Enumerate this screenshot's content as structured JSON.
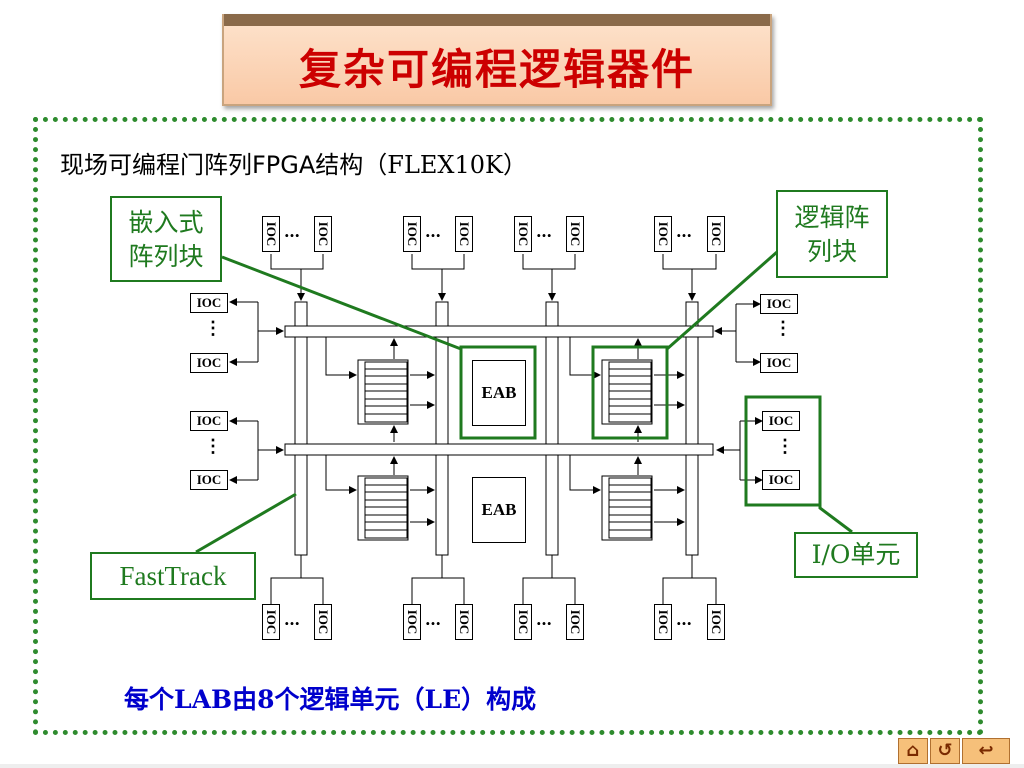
{
  "title": "复杂可编程逻辑器件",
  "subtitle_cn": "现场可编程门阵列",
  "subtitle_mid": "FPGA",
  "subtitle_tail": "结构（FLEX10K）",
  "callouts": {
    "eab": [
      "嵌入式",
      "阵列块"
    ],
    "lab": [
      "逻辑阵",
      "列块"
    ],
    "fasttrack": "FastTrack",
    "io": "I/O单元"
  },
  "ioc_label": "IOC",
  "ellipsis": "…",
  "vdots": "⋮",
  "eab_label": "EAB",
  "footer": "每个LAB由8个逻辑单元（LE）构成",
  "nav": {
    "home_icon": "home-icon",
    "return_icon": "return-icon",
    "back_icon": "back-icon"
  },
  "colors": {
    "title": "#cc0000",
    "callout": "#1f7a1f",
    "footer": "#0000cc"
  }
}
